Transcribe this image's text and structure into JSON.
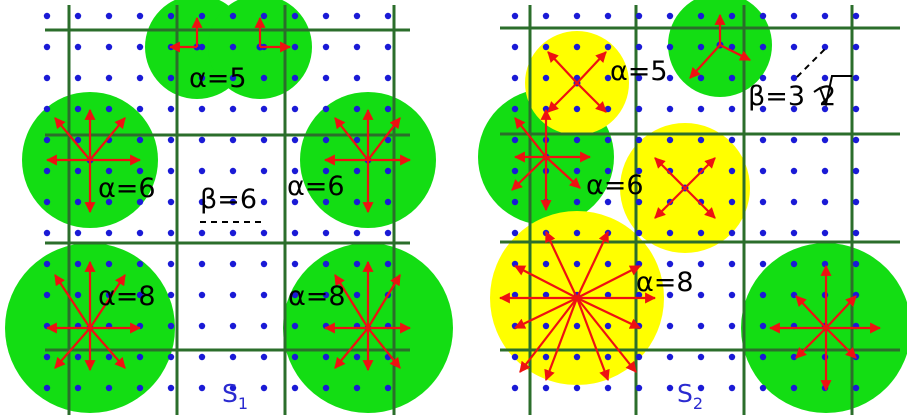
{
  "panels": [
    {
      "name": "S",
      "subscript": "1",
      "labels": {
        "a5": "α=5",
        "a6_left": "α=6",
        "a6_right": "α=6",
        "beta": "β=6",
        "a8_left": "α=8",
        "a8_right": "α=8"
      }
    },
    {
      "name": "S",
      "subscript": "2",
      "labels": {
        "a5": "α=5",
        "a6": "α=6",
        "a8": "α=8",
        "beta_prefix": "β=3",
        "beta_root": "2"
      }
    }
  ],
  "colors": {
    "green": "#13dd13",
    "yellow": "#ffff00",
    "line": "#2b6e2b",
    "arrow": "#ee1111",
    "dot": "#1a1ad6"
  }
}
